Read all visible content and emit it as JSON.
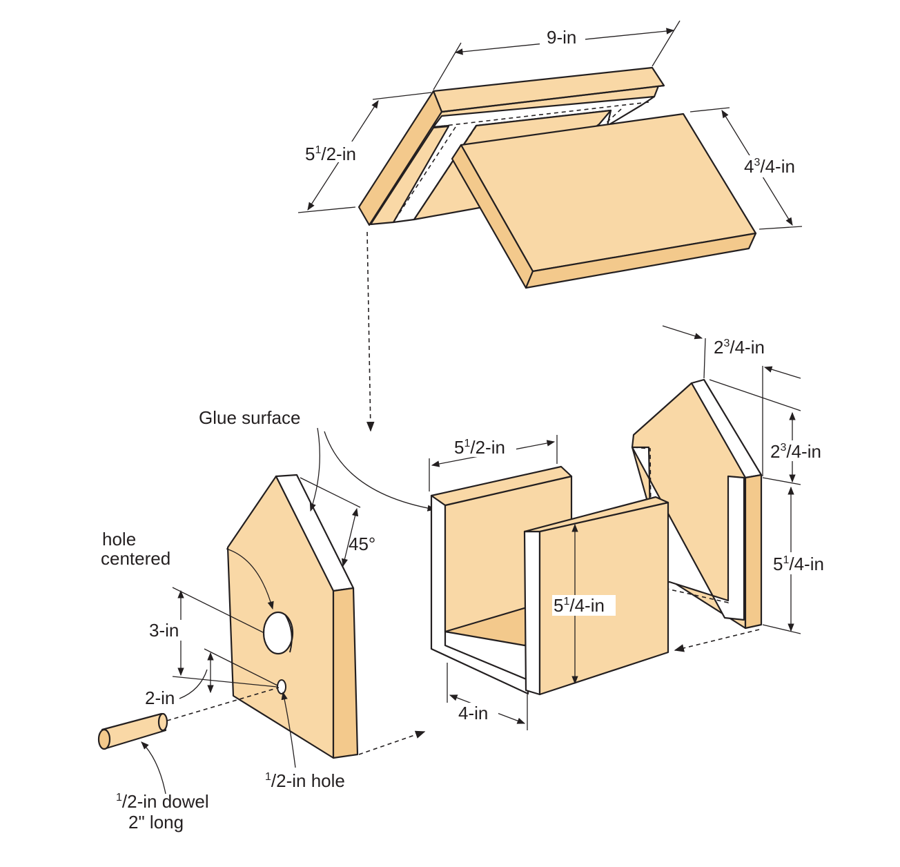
{
  "colors": {
    "wood": "#f9d8a6",
    "glue_surface": "#ffffff",
    "line": "#231f20"
  },
  "roof": {
    "width_label": {
      "text": "9-in"
    },
    "left_panel_label": {
      "whole": "5",
      "sup": "1",
      "rest": "/2-in"
    },
    "right_panel_label": {
      "whole": "4",
      "sup": "3",
      "rest": "/4-in"
    }
  },
  "front": {
    "glue_surface_label": "Glue surface",
    "hole_centered_label": [
      "hole",
      "centered"
    ],
    "angle_label": "45°",
    "hole_height_label": "3-in",
    "perch_height_label": "2-in",
    "perch_hole_label": {
      "sup": "1",
      "rest": "/2-in hole"
    },
    "dowel_label": {
      "line1_sup": "1",
      "line1_rest": "/2-in dowel",
      "line2": "2\" long"
    }
  },
  "body": {
    "side_width_label": {
      "whole": "5",
      "sup": "1",
      "rest": "/2-in"
    },
    "side_height_label": {
      "whole": "5",
      "sup": "1",
      "rest": "/4-in"
    },
    "floor_width_label": "4-in",
    "back_width_label": {
      "whole": "2",
      "sup": "3",
      "rest": "/4-in"
    },
    "back_peak_label": {
      "whole": "2",
      "sup": "3",
      "rest": "/4-in"
    },
    "back_height_label": {
      "whole": "5",
      "sup": "1",
      "rest": "/4-in"
    }
  }
}
